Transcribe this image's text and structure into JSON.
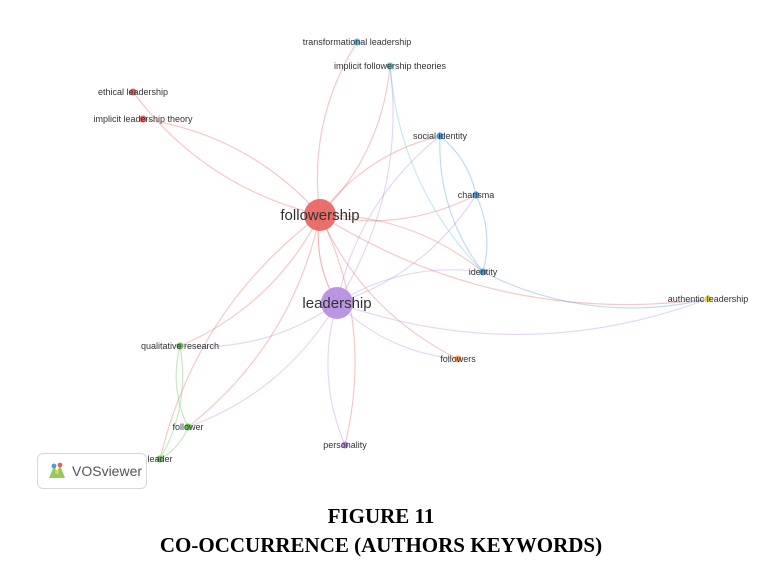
{
  "network": {
    "nodes": [
      {
        "id": "followership",
        "label": "followership",
        "cluster": "red",
        "weight": 3
      },
      {
        "id": "leadership",
        "label": "leadership",
        "cluster": "purple",
        "weight": 3
      },
      {
        "id": "transformational_leadership",
        "label": "transformational leadership",
        "cluster": "cyan",
        "weight": 1
      },
      {
        "id": "implicit_followership_theories",
        "label": "implicit followership theories",
        "cluster": "cyan",
        "weight": 1
      },
      {
        "id": "ethical_leadership",
        "label": "ethical leadership",
        "cluster": "red",
        "weight": 1
      },
      {
        "id": "implicit_leadership_theory",
        "label": "implicit leadership theory",
        "cluster": "red",
        "weight": 1
      },
      {
        "id": "social_identity",
        "label": "social identity",
        "cluster": "blue",
        "weight": 1
      },
      {
        "id": "charisma",
        "label": "charisma",
        "cluster": "blue",
        "weight": 1
      },
      {
        "id": "identity",
        "label": "identity",
        "cluster": "blue",
        "weight": 1
      },
      {
        "id": "authentic_leadership",
        "label": "authentic leadership",
        "cluster": "yellow",
        "weight": 1
      },
      {
        "id": "qualitative_research",
        "label": "qualitative research",
        "cluster": "green",
        "weight": 1
      },
      {
        "id": "followers",
        "label": "followers",
        "cluster": "orange",
        "weight": 1
      },
      {
        "id": "follower",
        "label": "follower",
        "cluster": "green",
        "weight": 1
      },
      {
        "id": "leader",
        "label": "leader",
        "cluster": "green",
        "weight": 1
      },
      {
        "id": "personality",
        "label": "personality",
        "cluster": "purple",
        "weight": 1
      }
    ],
    "edges": [
      [
        "followership",
        "leadership"
      ],
      [
        "followership",
        "ethical_leadership"
      ],
      [
        "followership",
        "implicit_leadership_theory"
      ],
      [
        "followership",
        "transformational_leadership"
      ],
      [
        "followership",
        "implicit_followership_theories"
      ],
      [
        "followership",
        "social_identity"
      ],
      [
        "followership",
        "charisma"
      ],
      [
        "followership",
        "identity"
      ],
      [
        "followership",
        "authentic_leadership"
      ],
      [
        "followership",
        "qualitative_research"
      ],
      [
        "followership",
        "followers"
      ],
      [
        "followership",
        "follower"
      ],
      [
        "followership",
        "leader"
      ],
      [
        "followership",
        "personality"
      ],
      [
        "leadership",
        "implicit_followership_theories"
      ],
      [
        "leadership",
        "social_identity"
      ],
      [
        "leadership",
        "charisma"
      ],
      [
        "leadership",
        "identity"
      ],
      [
        "leadership",
        "authentic_leadership"
      ],
      [
        "leadership",
        "qualitative_research"
      ],
      [
        "leadership",
        "followers"
      ],
      [
        "leadership",
        "follower"
      ],
      [
        "leadership",
        "personality"
      ],
      [
        "social_identity",
        "charisma"
      ],
      [
        "social_identity",
        "identity"
      ],
      [
        "charisma",
        "identity"
      ],
      [
        "implicit_followership_theories",
        "identity"
      ],
      [
        "follower",
        "leader"
      ],
      [
        "qualitative_research",
        "follower"
      ],
      [
        "qualitative_research",
        "leader"
      ],
      [
        "identity",
        "authentic_leadership"
      ]
    ],
    "cluster_colors": {
      "red": "#e8605c",
      "purple": "#b48be0",
      "cyan": "#55c3d6",
      "blue": "#4d9ad8",
      "yellow": "#e6d24a",
      "green": "#62c24f",
      "orange": "#f0a050"
    }
  },
  "brand": {
    "name": "VOSviewer"
  },
  "caption": {
    "number": "FIGURE 11",
    "title": "CO-OCCURRENCE (AUTHORS KEYWORDS)"
  }
}
